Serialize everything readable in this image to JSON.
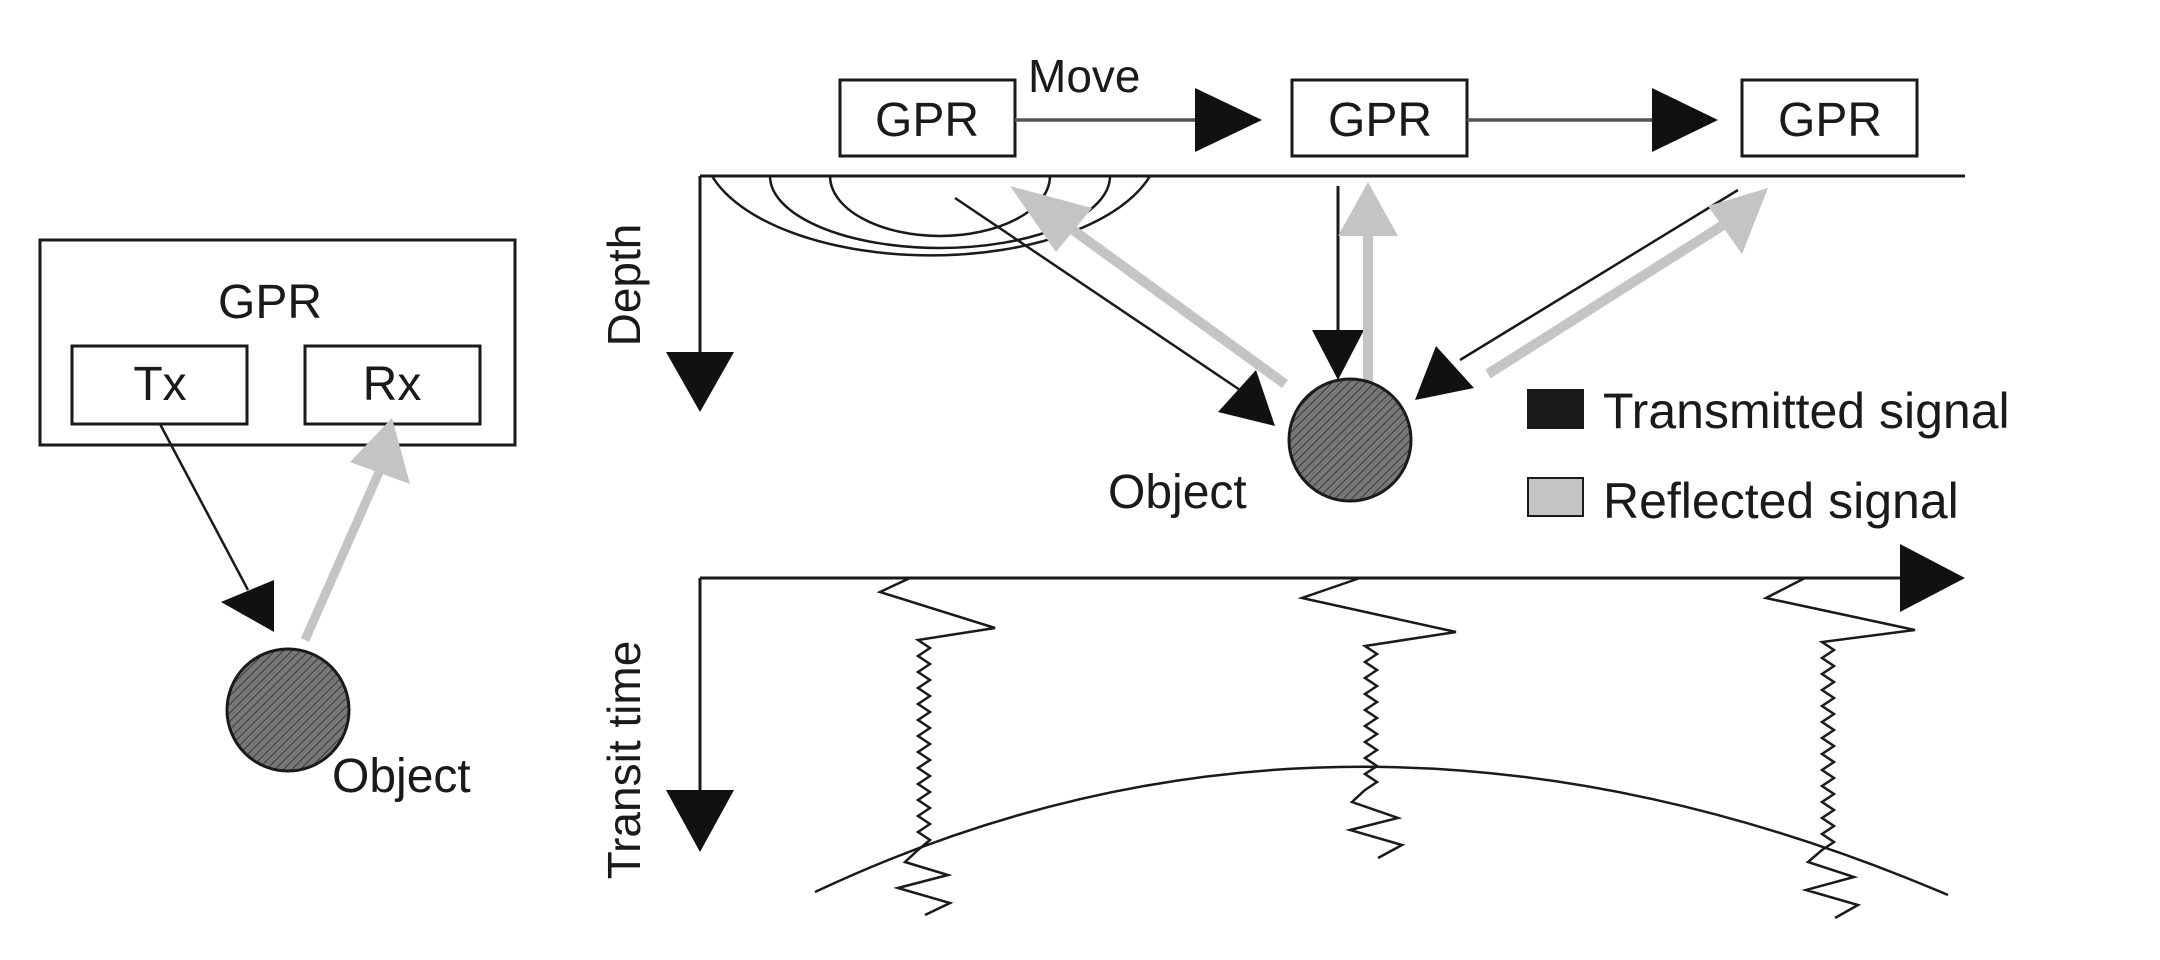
{
  "left_panel": {
    "device_label": "GPR",
    "tx_label": "Tx",
    "rx_label": "Rx",
    "object_label": "Object"
  },
  "survey": {
    "gpr_labels": [
      "GPR",
      "GPR",
      "GPR"
    ],
    "move_label": "Move",
    "depth_axis_label": "Depth",
    "object_label": "Object"
  },
  "legend": {
    "transmitted_label": "Transmitted signal",
    "reflected_label": "Reflected signal",
    "transmitted_color": "#1a1a1a",
    "reflected_color": "#c4c4c4"
  },
  "time_plot": {
    "axis_label": "Transit time"
  },
  "colors": {
    "object_fill": "#666666",
    "line": "#1a1a1a",
    "reflected": "#c4c4c4"
  }
}
